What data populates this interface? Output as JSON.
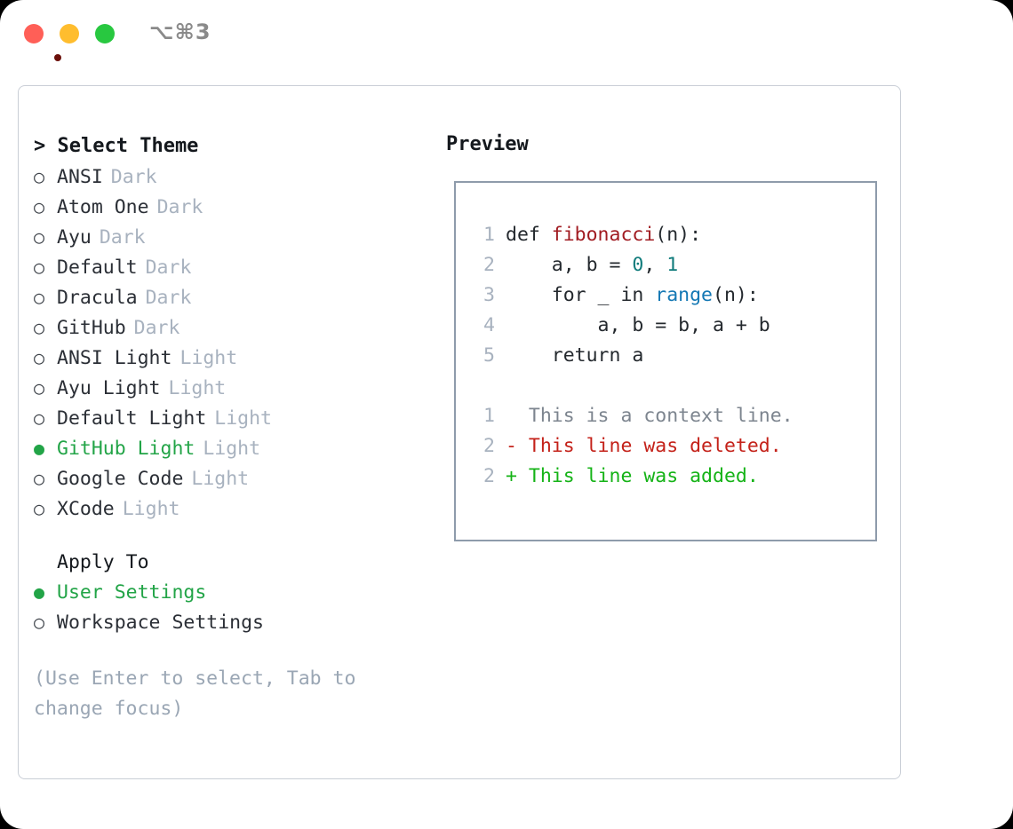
{
  "window": {
    "shortcut": "⌥⌘3",
    "traffic_lights": [
      "close-red",
      "minimize-yellow",
      "maximize-green"
    ],
    "colors": {
      "close": "#ff5f57",
      "minimize": "#ffbd2e",
      "maximize": "#28c840",
      "accent_green": "#22a447",
      "panel_border": "#c9ced6",
      "preview_border": "#8e9bab",
      "muted": "#a8b2bf",
      "hint": "#9aa6b4"
    }
  },
  "theme_picker": {
    "header": "> Select Theme",
    "marker_selected": "●",
    "marker_unselected": "○",
    "items": [
      {
        "name": "ANSI",
        "tag": "Dark",
        "selected": false
      },
      {
        "name": "Atom One",
        "tag": "Dark",
        "selected": false
      },
      {
        "name": "Ayu",
        "tag": "Dark",
        "selected": false
      },
      {
        "name": "Default",
        "tag": "Dark",
        "selected": false
      },
      {
        "name": "Dracula",
        "tag": "Dark",
        "selected": false
      },
      {
        "name": "GitHub",
        "tag": "Dark",
        "selected": false
      },
      {
        "name": "ANSI Light",
        "tag": "Light",
        "selected": false
      },
      {
        "name": "Ayu Light",
        "tag": "Light",
        "selected": false
      },
      {
        "name": "Default Light",
        "tag": "Light",
        "selected": false
      },
      {
        "name": "GitHub Light",
        "tag": "Light",
        "selected": true
      },
      {
        "name": "Google Code",
        "tag": "Light",
        "selected": false
      },
      {
        "name": "XCode",
        "tag": "Light",
        "selected": false
      }
    ]
  },
  "apply_to": {
    "header": "Apply To",
    "options": [
      {
        "label": "User Settings",
        "selected": true
      },
      {
        "label": "Workspace Settings",
        "selected": false
      }
    ]
  },
  "hint": "(Use Enter to select, Tab to change focus)",
  "preview": {
    "title": "Preview",
    "code_lines": [
      {
        "number": "1",
        "tokens": [
          {
            "text": "def ",
            "type": "plain"
          },
          {
            "text": "fibonacci",
            "type": "func"
          },
          {
            "text": "(n):",
            "type": "plain"
          }
        ]
      },
      {
        "number": "2",
        "tokens": [
          {
            "text": "    a, b = ",
            "type": "plain"
          },
          {
            "text": "0",
            "type": "num"
          },
          {
            "text": ", ",
            "type": "plain"
          },
          {
            "text": "1",
            "type": "num"
          }
        ]
      },
      {
        "number": "3",
        "tokens": [
          {
            "text": "    for _ in ",
            "type": "plain"
          },
          {
            "text": "range",
            "type": "call"
          },
          {
            "text": "(n):",
            "type": "plain"
          }
        ]
      },
      {
        "number": "4",
        "tokens": [
          {
            "text": "        a, b = b, a + b",
            "type": "plain"
          }
        ]
      },
      {
        "number": "5",
        "tokens": [
          {
            "text": "    return a",
            "type": "plain"
          }
        ]
      }
    ],
    "diff_lines": [
      {
        "number": "1",
        "sign": " ",
        "text": "This is a context line.",
        "type": "ctx"
      },
      {
        "number": "2",
        "sign": "-",
        "text": "This line was deleted.",
        "type": "del"
      },
      {
        "number": "2",
        "sign": "+",
        "text": "This line was added.",
        "type": "add"
      }
    ]
  }
}
